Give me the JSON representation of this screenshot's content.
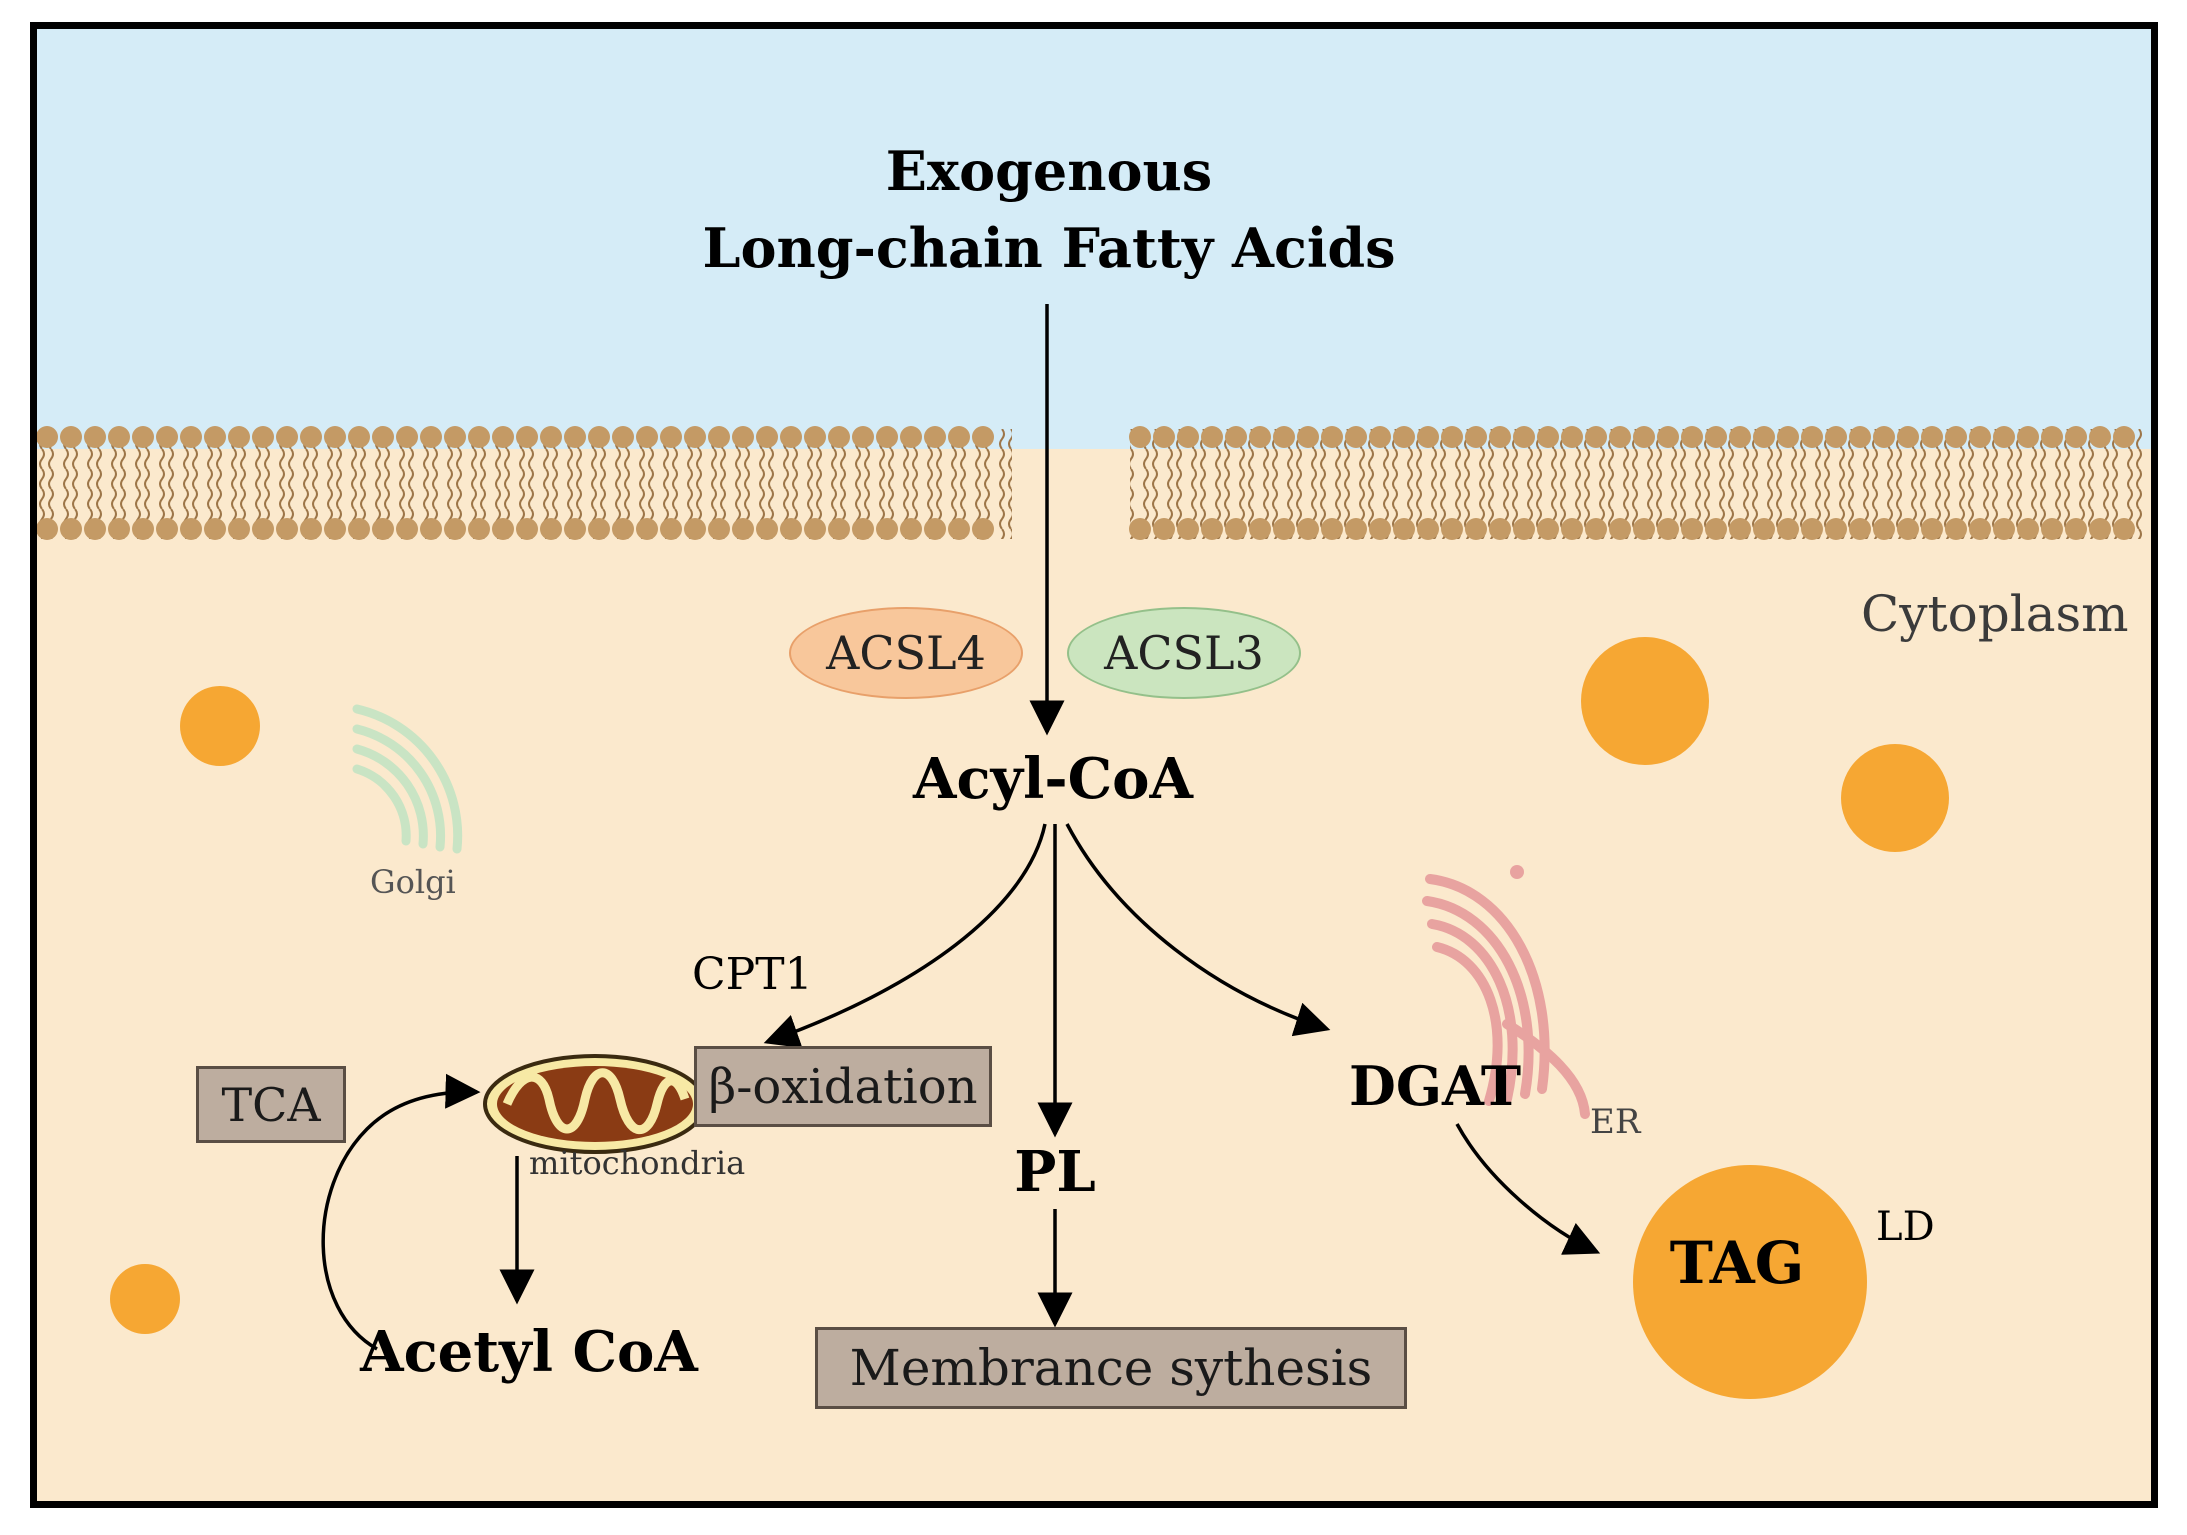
{
  "labels": {
    "source_line1": "Exogenous",
    "source_line2": "Long-chain Fatty Acids",
    "cytoplasm": "Cytoplasm",
    "acsl4": "ACSL4",
    "acsl3": "ACSL3",
    "acyl_coa": "Acyl-CoA",
    "golgi": "Golgi",
    "cpt1": "CPT1",
    "tca": "TCA",
    "beta_oxidation": "β-oxidation",
    "mitochondria": "mitochondria",
    "pl": "PL",
    "dgat": "DGAT",
    "er": "ER",
    "tag": "TAG",
    "ld": "LD",
    "acetyl_coa": "Acetyl CoA",
    "membrane_synthesis": "Membrance sythesis"
  },
  "colors": {
    "extracellular": "#d5ecf7",
    "cytoplasm": "#fbe9cd",
    "membrane_head": "#c49a65",
    "membrane_tail": "#9d7649",
    "lipid_droplet": "#f6a733",
    "acsl4_fill": "#f8c79b",
    "acsl3_fill": "#cbe5bf",
    "golgi": "#c9e4c4",
    "er": "#e8a3a0",
    "box_fill": "#bdad9f"
  }
}
